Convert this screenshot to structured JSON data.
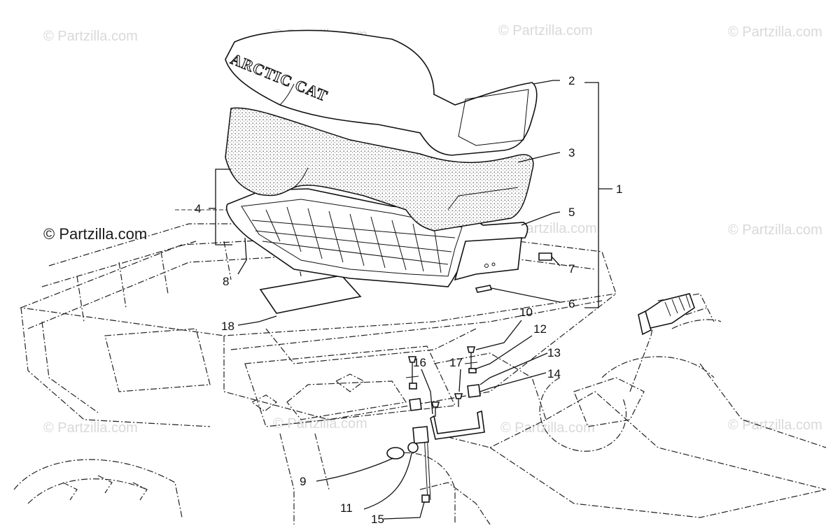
{
  "watermark": "© Partzilla.com",
  "seat_logo": "ARCTIC CAT",
  "callouts": [
    "1",
    "2",
    "3",
    "4",
    "5",
    "6",
    "7",
    "8",
    "9",
    "10",
    "11",
    "12",
    "13",
    "14",
    "15",
    "16",
    "17",
    "18"
  ]
}
